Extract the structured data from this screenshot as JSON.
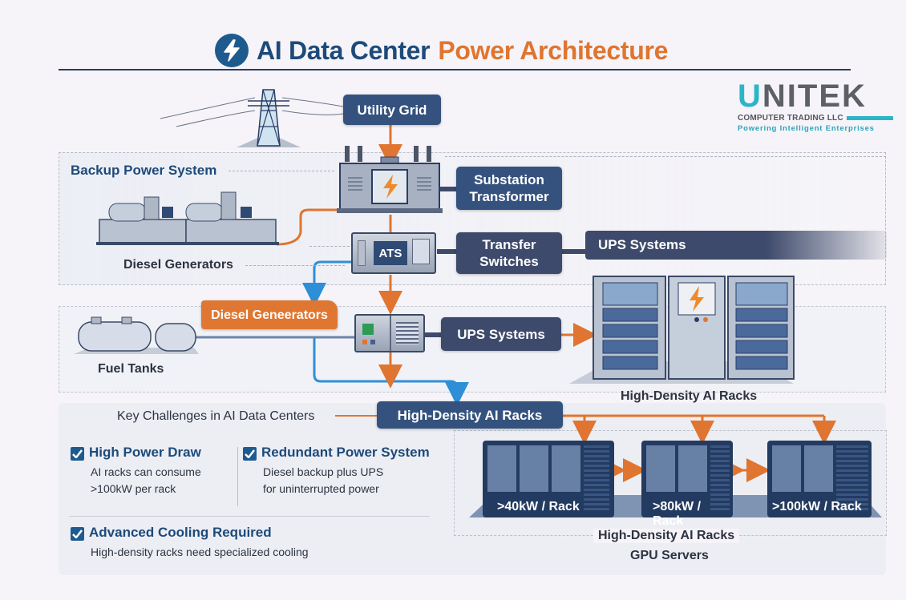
{
  "title": {
    "part1": "AI Data Center",
    "part2": "Power Architecture",
    "icon": "lightning-bolt-icon"
  },
  "logo": {
    "brand_first": "U",
    "brand_rest": "NITEK",
    "company": "COMPUTER TRADING LLC",
    "tagline": "Powering Intelligent Enterprises"
  },
  "colors": {
    "primary_blue": "#1d4a7a",
    "box_blue": "#34527d",
    "box_dark": "#3e4a6b",
    "accent_orange": "#df7530",
    "line_blue": "#2f8fd6",
    "logo_teal": "#2bb5c8"
  },
  "nodes": {
    "utility_grid": "Utility Grid",
    "substation": [
      "Substation",
      "Transformer"
    ],
    "transfer": [
      "Transfer",
      "Switches"
    ],
    "ups_banner": "UPS Systems",
    "ups_box": "UPS Systems",
    "diesel_tag": "Diesel Geneerators",
    "hd_racks_box": "High-Density AI Racks",
    "ats_label": "ATS"
  },
  "labels": {
    "backup_power": "Backup Power System",
    "diesel_generators": "Diesel Generators",
    "fuel_tanks": "Fuel Tanks",
    "hd_racks_caption": "High-Density AI Racks",
    "key_challenges": "Key Challenges in AI Data Centers",
    "racks_caption_1": "High-Density AI Racks",
    "racks_caption_2": "GPU Servers"
  },
  "challenges": [
    {
      "title": "High Power Draw",
      "desc": [
        "AI racks can consume",
        ">100kW per rack"
      ]
    },
    {
      "title": "Redundant Power System",
      "desc": [
        "Diesel backup plus UPS",
        "for uninterrupted power"
      ]
    },
    {
      "title": "Advanced Cooling Required",
      "desc": [
        "High-density racks need specialized cooling"
      ]
    }
  ],
  "racks": [
    {
      "label": ">40kW / Rack"
    },
    {
      "label": ">80kW / Rack"
    },
    {
      "label": ">100kW / Rack"
    }
  ]
}
